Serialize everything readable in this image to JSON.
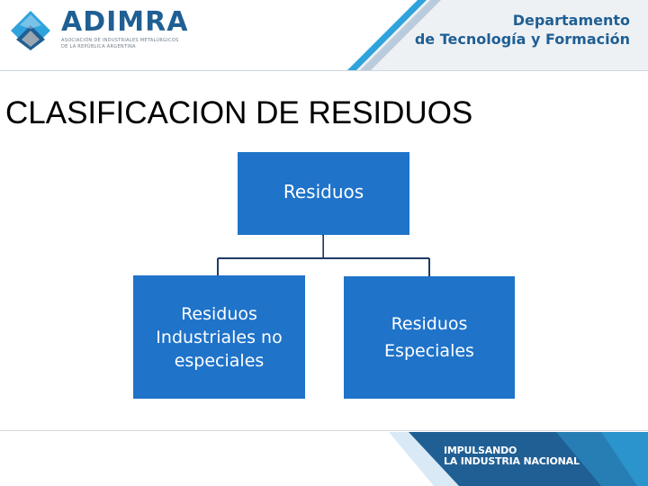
{
  "header": {
    "logo_name": "ADIMRA",
    "logo_subtitle": "ASOCIACIÓN DE INDUSTRIALES METALÚRGICOS DE LA REPÚBLICA ARGENTINA",
    "department_line1": "Departamento",
    "department_line2": "de Tecnología y Formación"
  },
  "slide": {
    "title": "CLASIFICACION DE RESIDUOS"
  },
  "org_chart": {
    "root": "Residuos",
    "children": [
      "Residuos\nIndustriales no\nespeciales",
      "Residuos\nEspeciales"
    ]
  },
  "footer": {
    "line1": "IMPULSANDO",
    "line2": "LA INDUSTRIA NACIONAL"
  },
  "colors": {
    "box_fill": "#1f73c9",
    "brand_blue": "#1f5f94",
    "accent_light_blue": "#2fa3dc",
    "connector": "#1f3b66"
  }
}
